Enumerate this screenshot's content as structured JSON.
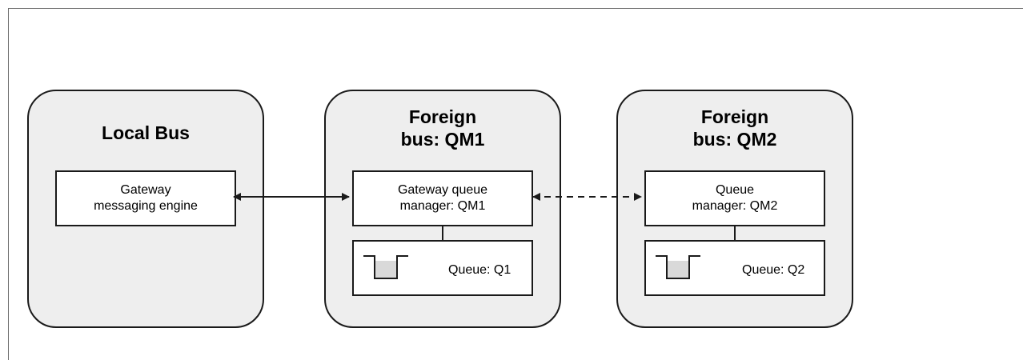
{
  "local_bus": {
    "title": "Local Bus",
    "engine": "Gateway\nmessaging engine"
  },
  "foreign_qm1": {
    "title": "Foreign\nbus: QM1",
    "manager": "Gateway queue\nmanager: QM1",
    "queue": "Queue: Q1"
  },
  "foreign_qm2": {
    "title": "Foreign\nbus: QM2",
    "manager": "Queue\nmanager: QM2",
    "queue": "Queue: Q2"
  },
  "connections": [
    {
      "from": "Gateway messaging engine",
      "to": "Gateway queue manager: QM1",
      "style": "solid",
      "direction": "bidirectional"
    },
    {
      "from": "Gateway queue manager: QM1",
      "to": "Queue manager: QM2",
      "style": "dashed",
      "direction": "bidirectional"
    }
  ],
  "colors": {
    "bus_fill": "#eeeeee",
    "queue_fill": "#d9d9d9",
    "stroke": "#1a1a1a"
  }
}
